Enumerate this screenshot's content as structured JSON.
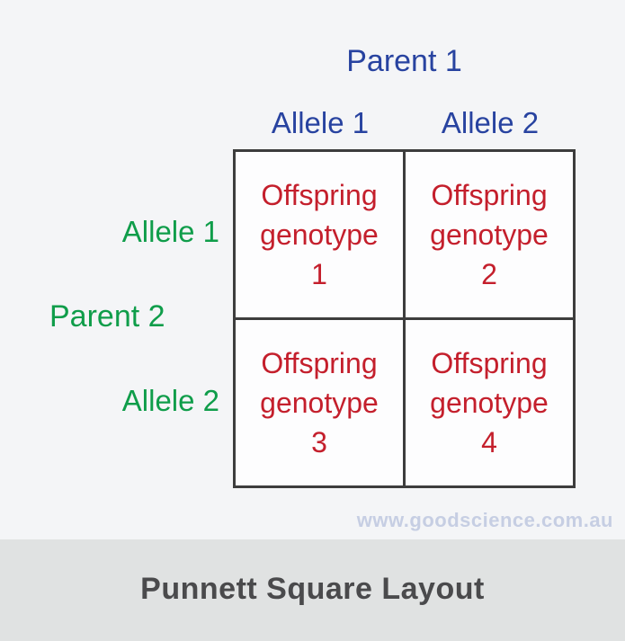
{
  "punnett": {
    "parent1_label": "Parent 1",
    "parent2_label": "Parent 2",
    "parent1_alleles": {
      "allele1": "Allele 1",
      "allele2": "Allele 2"
    },
    "parent2_alleles": {
      "allele1": "Allele 1",
      "allele2": "Allele 2"
    },
    "cells": [
      {
        "lines": {
          "l1": "Offspring",
          "l2": "genotype",
          "l3": "1"
        }
      },
      {
        "lines": {
          "l1": "Offspring",
          "l2": "genotype",
          "l3": "2"
        }
      },
      {
        "lines": {
          "l1": "Offspring",
          "l2": "genotype",
          "l3": "3"
        }
      },
      {
        "lines": {
          "l1": "Offspring",
          "l2": "genotype",
          "l3": "4"
        }
      }
    ]
  },
  "watermark": "www.goodscience.com.au",
  "caption": "Punnett Square Layout",
  "colors": {
    "parent1_text": "#2843a0",
    "parent2_text": "#0f9d4a",
    "offspring_text": "#c41f2c",
    "grid_line": "#3d3d3d",
    "cell_background": "#fdfdfe",
    "page_background": "#f4f5f7",
    "caption_bar_background": "#e0e2e2",
    "caption_text": "#4a4a4c",
    "watermark_text": "#c6cee3"
  }
}
